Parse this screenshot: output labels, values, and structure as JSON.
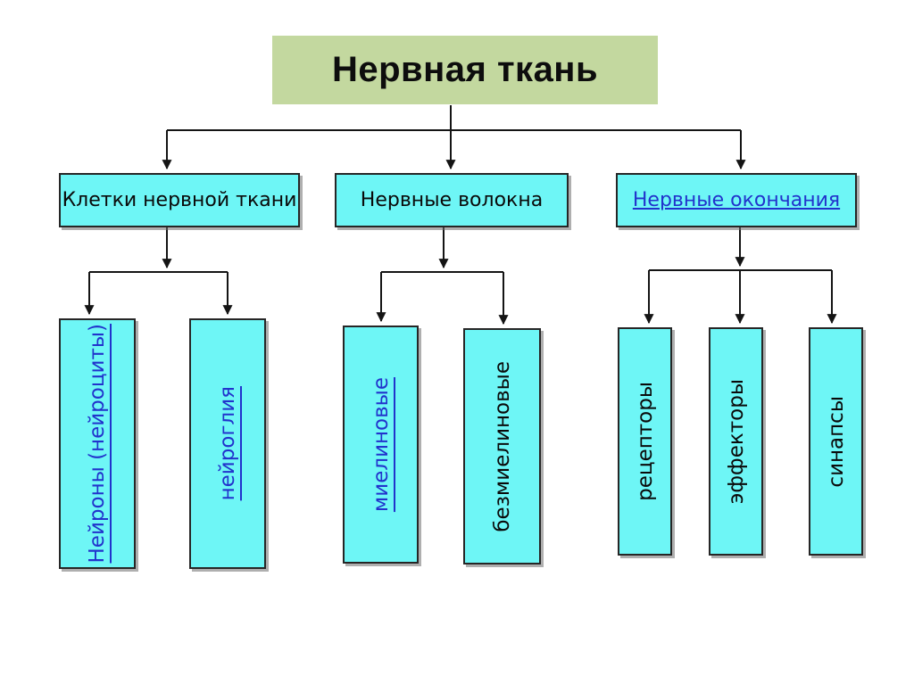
{
  "slide": {
    "title": {
      "label": "Нервная ткань"
    }
  },
  "branches": [
    {
      "label": "Клетки нервной ткани",
      "is_link": false,
      "children": [
        {
          "label": "Нейроны (нейроциты)",
          "is_link": true
        },
        {
          "label": "нейроглия",
          "is_link": true
        }
      ]
    },
    {
      "label": "Нервные волокна",
      "is_link": false,
      "children": [
        {
          "label": "миелиновые",
          "is_link": true
        },
        {
          "label": "безмиелиновые",
          "is_link": false
        }
      ]
    },
    {
      "label": "Нервные окончания",
      "is_link": true,
      "children": [
        {
          "label": "рецепторы",
          "is_link": false
        },
        {
          "label": "эффекторы",
          "is_link": false
        },
        {
          "label": "синапсы",
          "is_link": false
        }
      ]
    }
  ],
  "colors": {
    "title_background": "#c3d89f",
    "node_background": "#6ef6f6",
    "node_border": "#262626",
    "link_text": "#2233cc",
    "body_text": "#0a0a0a",
    "connector": "#141414"
  }
}
